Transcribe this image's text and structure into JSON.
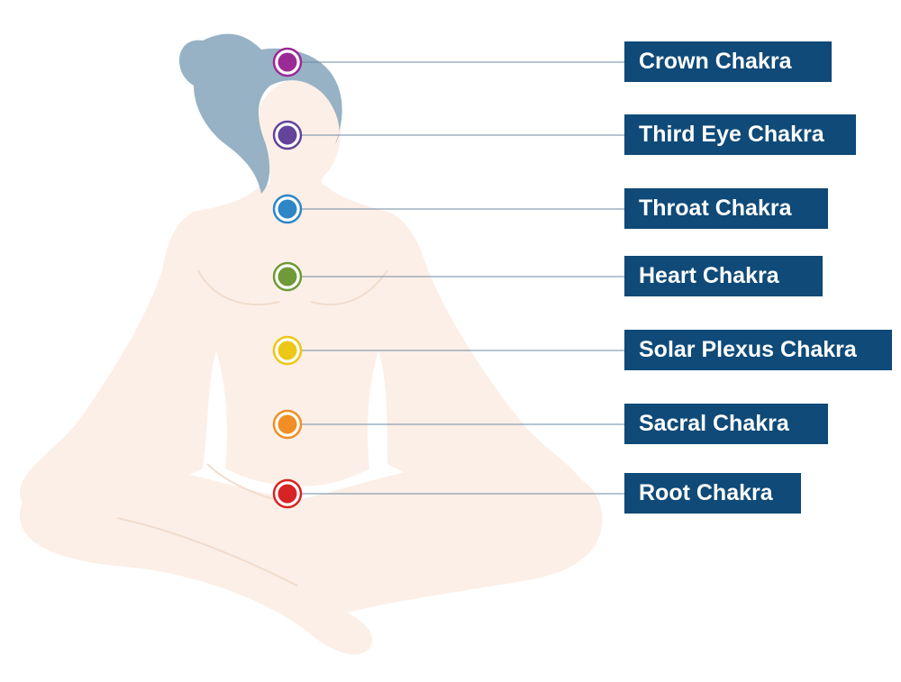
{
  "colors": {
    "body": "#fcefe7",
    "body_line": "#f1dccd",
    "hair": "#97b2c5",
    "connector": "#6f8aa0",
    "label_bg": "#0f4a78",
    "label_text": "#ffffff"
  },
  "chakras": [
    {
      "label": "Crown Chakra",
      "color": "#9a2a95"
    },
    {
      "label": "Third Eye Chakra",
      "color": "#64439a"
    },
    {
      "label": "Throat Chakra",
      "color": "#2f86c6"
    },
    {
      "label": "Heart Chakra",
      "color": "#6f9a38"
    },
    {
      "label": "Solar Plexus Chakra",
      "color": "#edc716"
    },
    {
      "label": "Sacral Chakra",
      "color": "#ef8f25"
    },
    {
      "label": "Root Chakra",
      "color": "#d72325"
    }
  ]
}
